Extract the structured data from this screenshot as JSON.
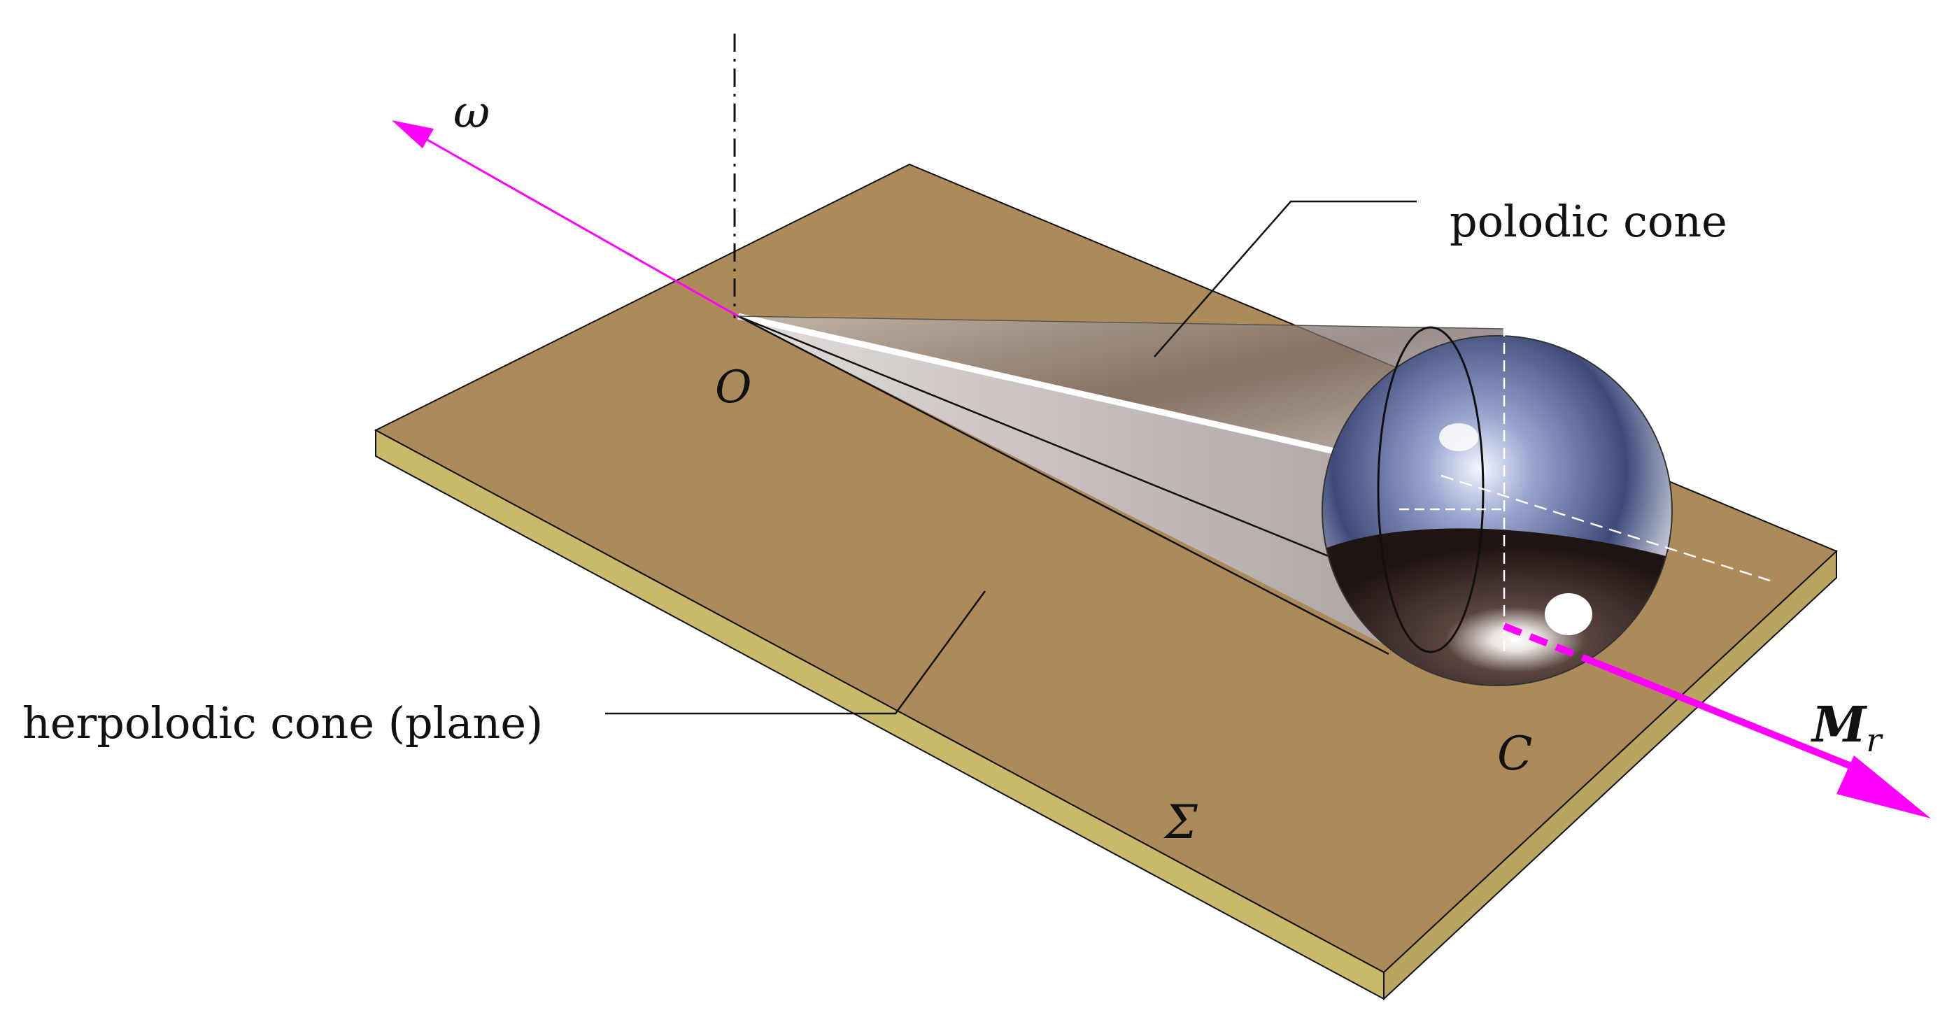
{
  "labels": {
    "omega": "ω",
    "origin": "O",
    "polodic_cone": "polodic cone",
    "herpolodic_cone": "herpolodic cone (plane)",
    "center": "C",
    "sigma": "Σ",
    "moment_main": "M",
    "moment_sub": "r"
  },
  "colors": {
    "plate_top": "#ac8a5a",
    "plate_edge": "#c9b96a",
    "vector": "#ff00ff",
    "line": "#111111",
    "sphere_light": "#d9dde8",
    "sphere_dark": "#3a2a26"
  }
}
